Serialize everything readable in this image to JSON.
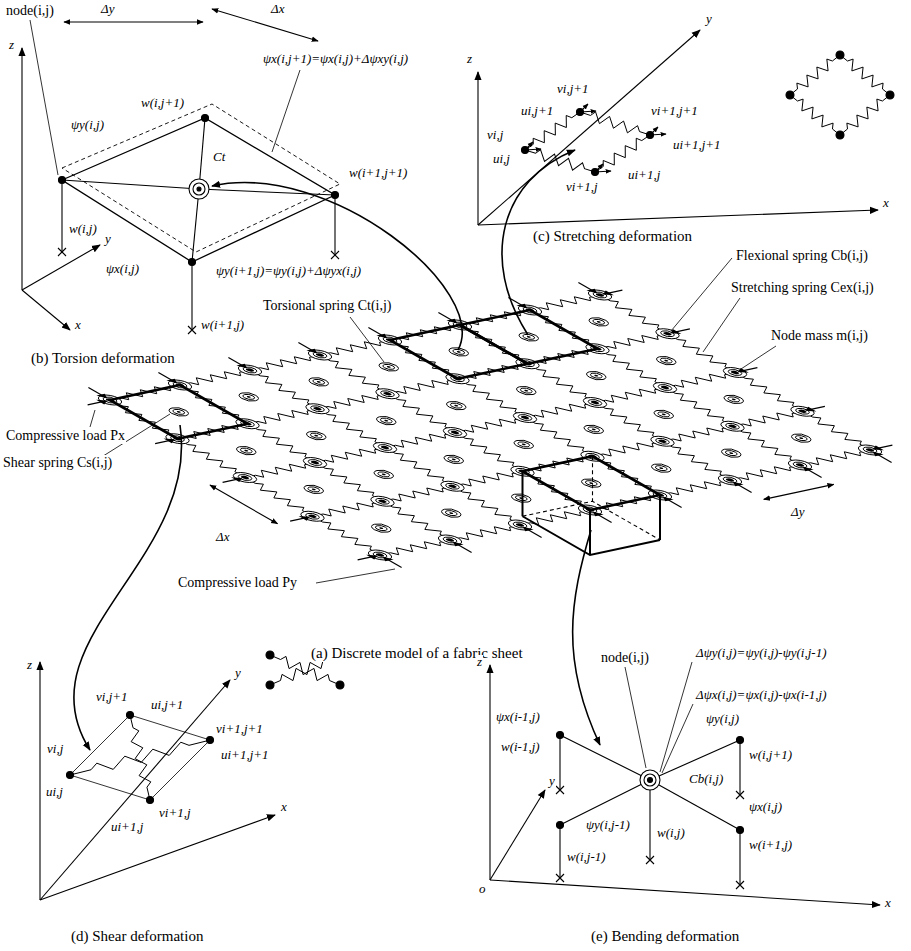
{
  "diagram": {
    "labels": [
      "node(i,j)",
      "Δy",
      "Δx",
      "z",
      "ψx(i,j+1)=ψx(i,j)+Δψxy(i,j)",
      "w(i,j+1)",
      "ψy(i,j)",
      "Ct",
      "y",
      "w(i+1,j+1)",
      "w(i,j)",
      "ψx(i,j)",
      "ψy(i+1,j)=ψy(i,j)+Δψyx(i,j)",
      "x",
      "w(i+1,j)",
      "(b)  Torsion deformation",
      "y",
      "z",
      "vi,j+1",
      "ui,j+1",
      "vi,j",
      "ui,j",
      "vi+1,j+1",
      "ui+1,j+1",
      "vi+1,j",
      "ui+1,j",
      "x",
      "(c)  Stretching deformation",
      "Torsional spring Ct(i,j)",
      "Flexional spring Cb(i,j)",
      "Stretching spring Cex(i,j)",
      "Node mass m(i,j)",
      "Compressive load Px",
      "Shear spring Cs(i,j)",
      "Δx",
      "Δy",
      "Compressive load Py",
      "(a)  Discrete model of a fabric sheet",
      "z",
      "y",
      "vi,j+1",
      "ui,j+1",
      "vi,j",
      "ui,j",
      "vi+1,j+1",
      "ui+1,j+1",
      "vi+1,j",
      "ui+1,j",
      "x",
      "(d)  Shear deformation",
      "node(i,j)",
      "Δψy(i,j)=ψy(i,j)-ψy(i,j-1)",
      "Δψx(i,j)=ψx(i,j)-ψx(i-1,j)",
      "z",
      "ψx(i-1,j)",
      "ψy(i,j)",
      "y",
      "w(i-1,j)",
      "Cb(i,j)",
      "ψx(i,j)",
      "w(i,j+1)",
      "ψy(i,j-1)",
      "w(i,j)",
      "w(i+1,j)",
      "w(i,j-1)",
      "o",
      "x",
      "(e)  Bending deformation"
    ]
  }
}
